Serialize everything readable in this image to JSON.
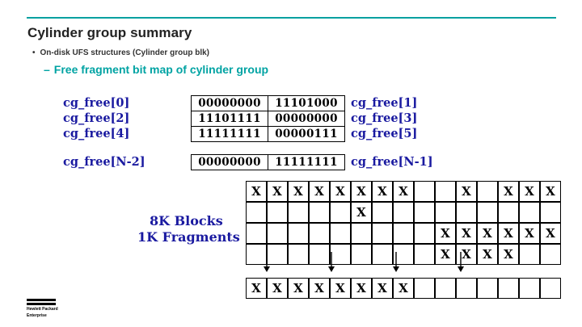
{
  "slide": {
    "title": "Cylinder group summary",
    "bullet_level1": "On-disk UFS structures (Cylinder group blk)",
    "bullet_level1_marker": "•",
    "bullet_level2": "Free fragment bit map of cylinder group",
    "bullet_level2_marker": "–",
    "accent_color": "#00a0a0",
    "label_color": "#1a1aa0"
  },
  "bitmap": {
    "left_labels": [
      "cg_free[0]",
      "cg_free[2]",
      "cg_free[4]",
      "cg_free[N-2]"
    ],
    "right_labels": [
      "cg_free[1]",
      "cg_free[3]",
      "cg_free[5]",
      "cg_free[N-1]"
    ],
    "rows": [
      [
        "00000000",
        "11101000"
      ],
      [
        "11101111",
        "00000000"
      ],
      [
        "11111111",
        "00000111"
      ],
      [
        "00000000",
        "11111111"
      ]
    ]
  },
  "diagram": {
    "caption_line1": "8K Blocks",
    "caption_line2": "1K Fragments",
    "mark": "X",
    "top_grid_rows": [
      [
        "X",
        "X",
        "X",
        "X",
        "X",
        "X",
        "X",
        "X",
        "",
        "",
        "X",
        "",
        "X",
        "X",
        "X"
      ],
      [
        "",
        "",
        "",
        "",
        "",
        "X",
        "",
        "",
        "",
        "",
        "",
        "",
        "",
        "",
        ""
      ],
      [
        "",
        "",
        "",
        "",
        "",
        "",
        "",
        "",
        "",
        "X",
        "X",
        "X",
        "X",
        "X",
        "X"
      ],
      [
        "",
        "",
        "",
        "",
        "",
        "",
        "",
        "",
        "",
        "X",
        "X",
        "X",
        "X",
        "",
        ""
      ]
    ],
    "bottom_grid_row": [
      "X",
      "X",
      "X",
      "X",
      "X",
      "X",
      "X",
      "X",
      "",
      "",
      "",
      "",
      "",
      "",
      ""
    ]
  },
  "logo": {
    "line1": "Hewlett Packard",
    "line2": "Enterprise"
  }
}
